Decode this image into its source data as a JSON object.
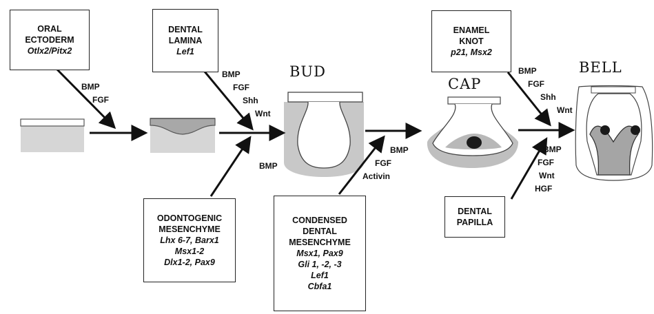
{
  "boxes": {
    "oral_ectoderm": {
      "title": [
        "ORAL",
        "ECTODERM"
      ],
      "genes": [
        "Otlx2/Pitx2"
      ]
    },
    "dental_lamina": {
      "title": [
        "DENTAL",
        "LAMINA"
      ],
      "genes": [
        "Lef1"
      ]
    },
    "enamel_knot": {
      "title": [
        "ENAMEL",
        "KNOT"
      ],
      "genes": [
        "p21, Msx2"
      ]
    },
    "odontogenic_mesenchyme": {
      "title": [
        "ODONTOGENIC",
        "MESENCHYME"
      ],
      "genes": [
        "Lhx 6-7, Barx1",
        "Msx1-2",
        "Dlx1-2, Pax9"
      ]
    },
    "condensed_dental_mesenchyme": {
      "title": [
        "CONDENSED",
        "DENTAL",
        "MESENCHYME"
      ],
      "genes": [
        "Msx1, Pax9",
        "Gli 1, -2, -3",
        "Lef1",
        "Cbfa1"
      ]
    },
    "dental_papilla": {
      "title": [
        "DENTAL",
        "PAPILLA"
      ],
      "genes": []
    }
  },
  "stages": {
    "bud": "BUD",
    "cap": "CAP",
    "bell": "BELL"
  },
  "signals": {
    "s1": [
      "BMP",
      "FGF"
    ],
    "s2": [
      "BMP",
      "FGF",
      "Shh",
      "Wnt"
    ],
    "s3": [
      "BMP"
    ],
    "s4": [
      "BMP",
      "FGF",
      "Activin"
    ],
    "s5": [
      "BMP",
      "FGF",
      "Shh",
      "Wnt"
    ],
    "s6": [
      "BMP",
      "FGF",
      "Wnt",
      "HGF"
    ]
  }
}
